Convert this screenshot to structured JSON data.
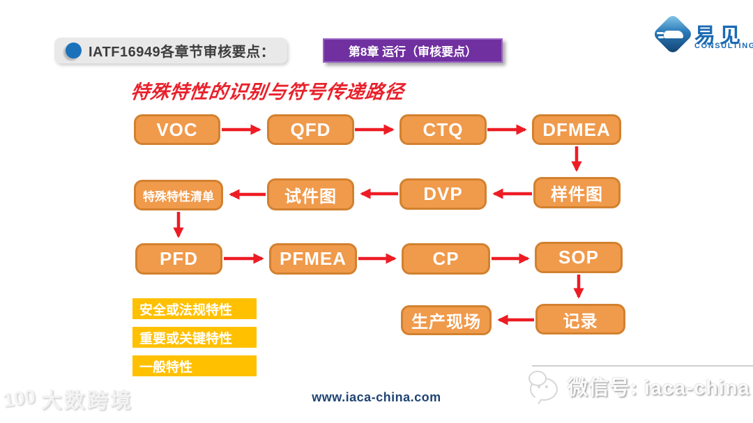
{
  "header": {
    "pill_label": "IATF16949各章节审核要点：",
    "chapter_badge": "第8章  运行（审核要点）",
    "logo_cn": "易见",
    "logo_en": "CONSULTING"
  },
  "title": "特殊特性的识别与符号传递路径",
  "flow": {
    "nodes": [
      {
        "id": "voc",
        "label": "VOC"
      },
      {
        "id": "qfd",
        "label": "QFD"
      },
      {
        "id": "ctq",
        "label": "CTQ"
      },
      {
        "id": "dfmea",
        "label": "DFMEA"
      },
      {
        "id": "list",
        "label": "特殊特性清单"
      },
      {
        "id": "trial",
        "label": "试件图"
      },
      {
        "id": "dvp",
        "label": "DVP"
      },
      {
        "id": "sample",
        "label": "样件图"
      },
      {
        "id": "pfd",
        "label": "PFD"
      },
      {
        "id": "pfmea",
        "label": "PFMEA"
      },
      {
        "id": "cp",
        "label": "CP"
      },
      {
        "id": "sop",
        "label": "SOP"
      },
      {
        "id": "site",
        "label": "生产现场"
      },
      {
        "id": "record",
        "label": "记录"
      }
    ],
    "edges": [
      {
        "from": "VOC",
        "to": "QFD"
      },
      {
        "from": "QFD",
        "to": "CTQ"
      },
      {
        "from": "CTQ",
        "to": "DFMEA"
      },
      {
        "from": "DFMEA",
        "to": "样件图"
      },
      {
        "from": "样件图",
        "to": "DVP"
      },
      {
        "from": "DVP",
        "to": "试件图"
      },
      {
        "from": "试件图",
        "to": "特殊特性清单"
      },
      {
        "from": "特殊特性清单",
        "to": "PFD"
      },
      {
        "from": "PFD",
        "to": "PFMEA"
      },
      {
        "from": "PFMEA",
        "to": "CP"
      },
      {
        "from": "CP",
        "to": "SOP"
      },
      {
        "from": "SOP",
        "to": "记录"
      },
      {
        "from": "记录",
        "to": "生产现场"
      }
    ]
  },
  "legend": [
    "安全或法规特性",
    "重要或关键特性",
    "一般特性"
  ],
  "footer": {
    "website": "www.iaca-china.com",
    "wechat": "微信号: iaca-china",
    "watermark_logo": "100",
    "watermark_left": "大数跨境"
  },
  "colors": {
    "node_fill": "#f09a4c",
    "node_border": "#d2812f",
    "arrow_red": "#ed1c24",
    "title_red": "#e8212b",
    "chapter_purple": "#7030a0",
    "legend_yellow": "#ffc000",
    "brand_blue": "#1b6ab3",
    "site_blue": "#1f4473"
  }
}
